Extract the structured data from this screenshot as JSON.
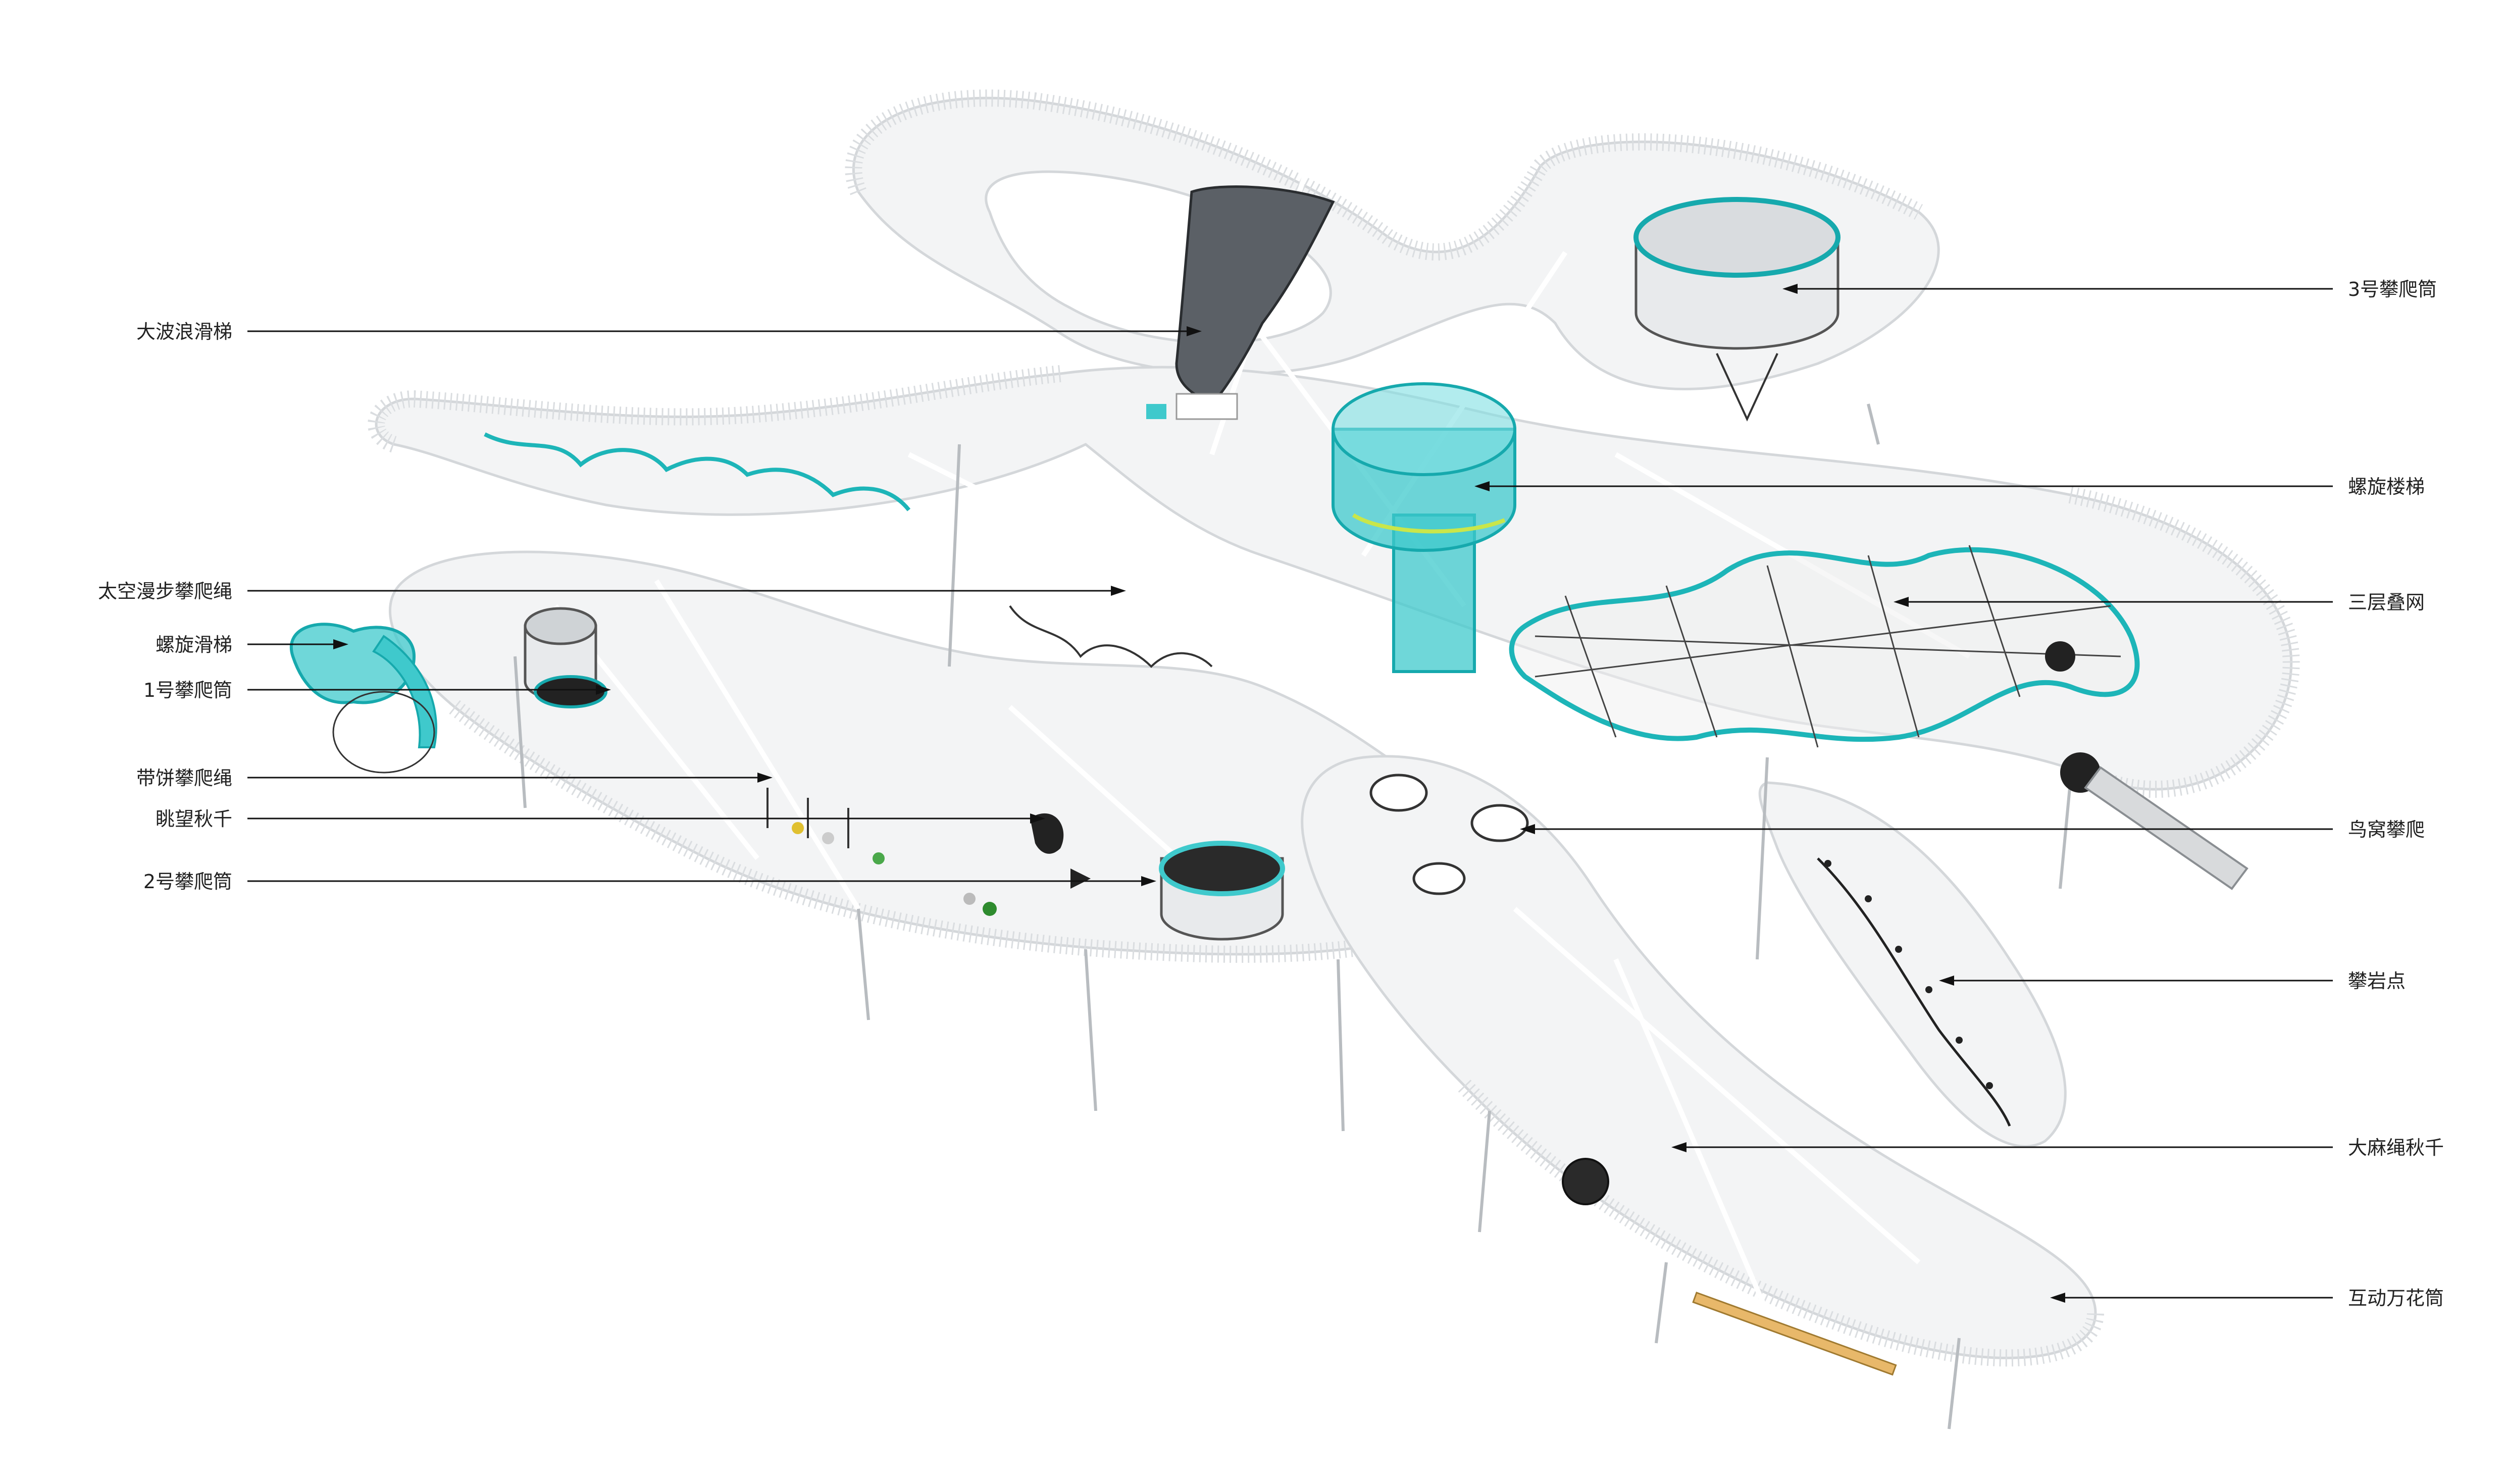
{
  "labels_left": [
    {
      "text": "大波浪滑梯"
    },
    {
      "text": "太空漫步攀爬绳"
    },
    {
      "text": "螺旋滑梯"
    },
    {
      "text": "1号攀爬筒"
    },
    {
      "text": "带饼攀爬绳"
    },
    {
      "text": "眺望秋千"
    },
    {
      "text": "2号攀爬筒"
    }
  ],
  "labels_right": [
    {
      "text": "3号攀爬筒"
    },
    {
      "text": "螺旋楼梯"
    },
    {
      "text": "三层叠网"
    },
    {
      "text": "鸟窝攀爬"
    },
    {
      "text": "攀岩点"
    },
    {
      "text": "大麻绳秋千"
    },
    {
      "text": "互动万花筒"
    }
  ],
  "colors": {
    "accent": "#3fc9cc",
    "deck": "#f3f4f5",
    "railing": "#dadde0",
    "slide": "#555a60",
    "net": "#444444",
    "leader": "#111111"
  }
}
